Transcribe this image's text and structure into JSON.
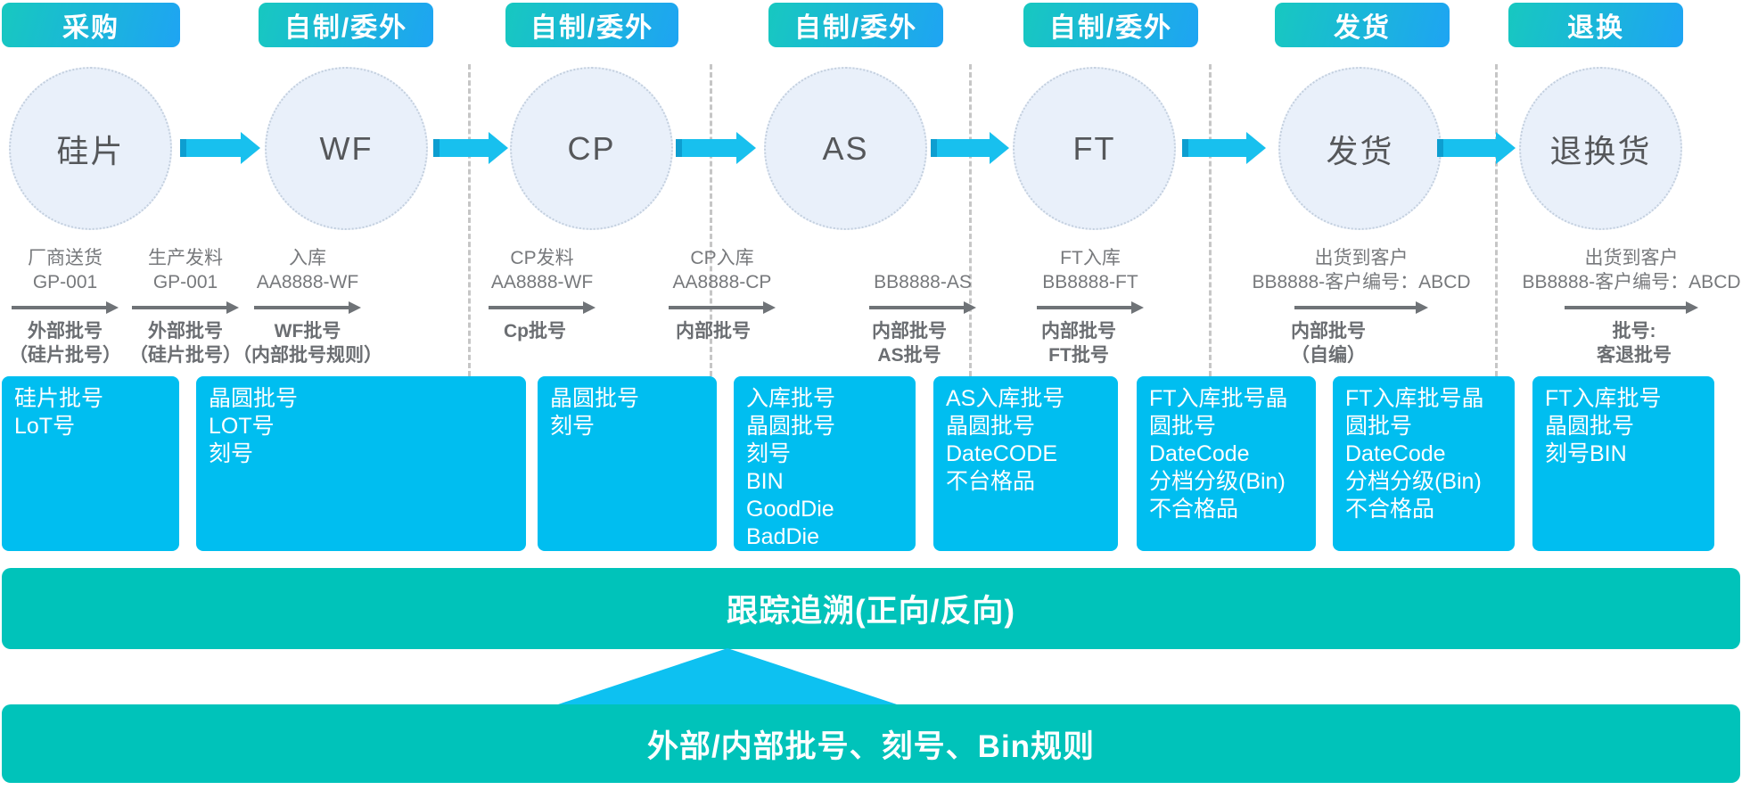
{
  "badges": [
    "采购",
    "自制/委外",
    "自制/委外",
    "自制/委外",
    "自制/委外",
    "发货",
    "退换"
  ],
  "circles": [
    "硅片",
    "WF",
    "CP",
    "AS",
    "FT",
    "发货",
    "退换货"
  ],
  "flow_labels": [
    {
      "line1": "厂商送货",
      "line2": "GP-001"
    },
    {
      "line1": "生产发料",
      "line2": "GP-001"
    },
    {
      "line1": "入库",
      "line2": "AA8888-WF"
    },
    {
      "line1": "CP发料",
      "line2": "AA8888-WF"
    },
    {
      "line1": "CP入库",
      "line2": "AA8888-CP"
    },
    {
      "line1": "",
      "line2": "BB8888-AS"
    },
    {
      "line1": "FT入库",
      "line2": "BB8888-FT"
    },
    {
      "line1": "出货到客户",
      "line2": "BB8888-客户编号：ABCD"
    },
    {
      "line1": "出货到客户",
      "line2": "BB8888-客户编号：ABCD"
    }
  ],
  "batch_labels": [
    {
      "line1": "外部批号",
      "line2": "（硅片批号）"
    },
    {
      "line1": "外部批号",
      "line2": "（硅片批号）"
    },
    {
      "line1": "WF批号",
      "line2": "（内部批号规则）"
    },
    {
      "line1": "Cp批号",
      "line2": ""
    },
    {
      "line1": "内部批号",
      "line2": ""
    },
    {
      "line1": "内部批号",
      "line2": "AS批号"
    },
    {
      "line1": "内部批号",
      "line2": "FT批号"
    },
    {
      "line1": "内部批号",
      "line2": "（自编）"
    },
    {
      "line1": "批号:",
      "line2": "客退批号"
    }
  ],
  "trace_boxes": [
    {
      "lines": [
        "硅片批号",
        "LoT号"
      ]
    },
    {
      "lines": [
        "晶圆批号",
        "LOT号",
        "刻号"
      ]
    },
    {
      "lines": [
        "晶圆批号",
        "刻号"
      ]
    },
    {
      "lines": [
        "入库批号",
        "晶圆批号",
        "刻号",
        "BIN",
        "GoodDie",
        "BadDie"
      ]
    },
    {
      "lines": [
        "AS入库批号",
        "晶圆批号",
        "DateCODE",
        "不台格品"
      ]
    },
    {
      "lines": [
        "FT入库批号晶圆批号",
        "DateCode",
        "分档分级(Bin)",
        "不合格品"
      ]
    },
    {
      "lines": [
        "FT入库批号晶圆批号",
        "DateCode",
        "分档分级(Bin)",
        "不合格品"
      ]
    },
    {
      "lines": [
        "FT入库批号",
        "晶圆批号",
        "刻号BIN"
      ]
    }
  ],
  "bottom_bars": {
    "trace": "跟踪追溯(正向/反向)",
    "rules": "外部/内部批号、刻号、Bin规则"
  },
  "colors": {
    "badge_gradient_start": "#17c8c0",
    "badge_gradient_end": "#1ea4f3",
    "circle_fill": "#e9f0fa",
    "flow_arrow_cyan": "#18c0ee",
    "box_cyan": "#00bef0",
    "bar_teal": "#00c3ba",
    "funnel_cyan": "#0dc1f1",
    "label_gray": "#77797c"
  }
}
